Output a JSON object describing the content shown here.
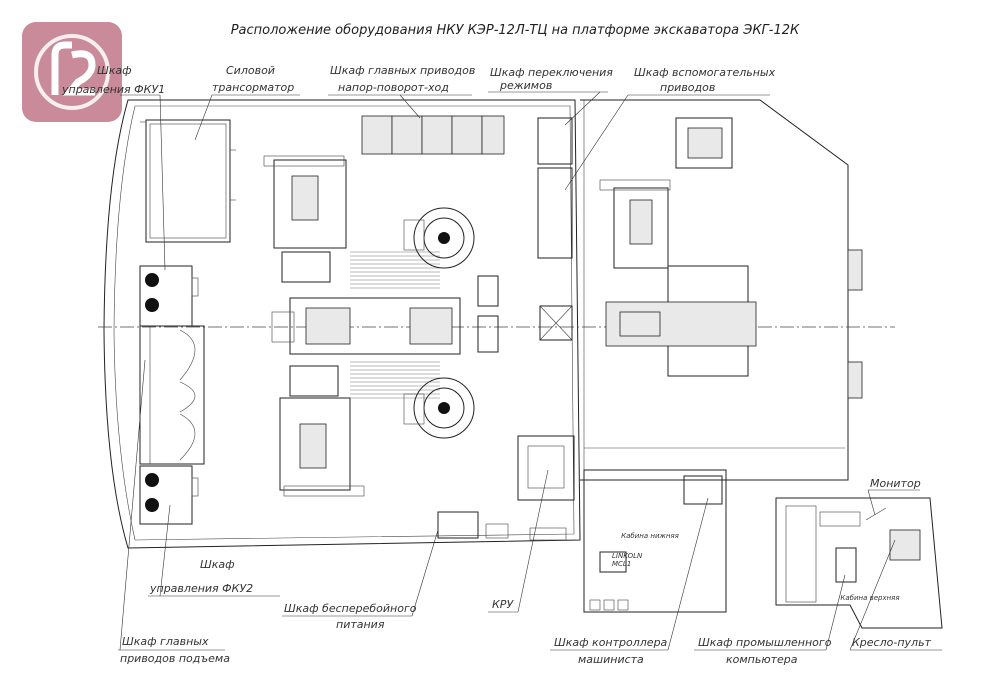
{
  "title": "Расположение оборудования НКУ КЭР-12Л-ТЦ на платформе экскаватора ЭКГ-12К",
  "logo": {
    "text": "r2",
    "color": "#c98a9a"
  },
  "labels": {
    "shkaf_fku1_a": "Шкаф",
    "shkaf_fku1_b": "управления ФКУ1",
    "transformer_a": "Силовой",
    "transformer_b": "трансорматор",
    "main_drives_a": "Шкаф главных приводов",
    "main_drives_b": "напор-поворот-ход",
    "switch_mode_a": "Шкаф переключения",
    "switch_mode_b": "режимов",
    "aux_drives_a": "Шкаф вспомогательных",
    "aux_drives_b": "приводов",
    "fku2_a": "Шкаф",
    "fku2_b": "управления ФКУ2",
    "ups_a": "Шкаф бесперебойного",
    "ups_b": "питания",
    "kru": "КРУ",
    "lift_drives_a": "Шкаф главных",
    "lift_drives_b": "приводов подъема",
    "controller_a": "Шкаф контроллера",
    "controller_b": "машиниста",
    "industrial_pc_a": "Шкаф промышленного",
    "industrial_pc_b": "компьютера",
    "chair_console": "Кресло-пульт",
    "monitor": "Монитор",
    "cabin_lower": "Кабина нижняя",
    "cabin_upper": "Кабина верхняя",
    "lincoln_a": "LINKOLN",
    "lincoln_b": "MCL1"
  }
}
